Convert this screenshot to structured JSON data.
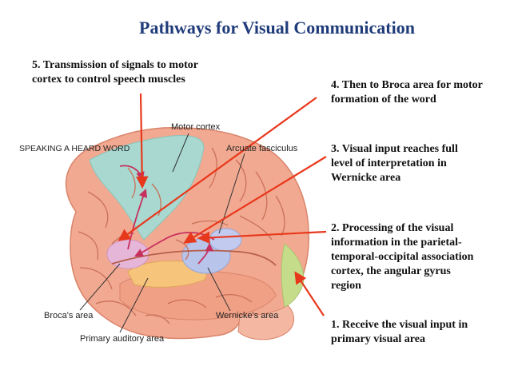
{
  "title": "Pathways for Visual Communication",
  "steps": [
    {
      "number": "1.",
      "text": "Receive the visual input in\nprimary visual area"
    },
    {
      "number": "2.",
      "text": "Processing of the visual\ninformation in the parietal-\ntemporal-occipital association\ncortex, the angular gyrus\nregion"
    },
    {
      "number": "3.",
      "text": "Visual input reaches full\nlevel of interpretation in\nWernicke area"
    },
    {
      "number": "4.",
      "text": "Then to Broca area for motor\nformation of the word"
    },
    {
      "number": "5.",
      "text": "Transmission of signals to motor\ncortex to control speech muscles"
    }
  ],
  "brain_labels": {
    "speaking": "SPEAKING A HEARD WORD",
    "motor_cortex": "Motor cortex",
    "arcuate": "Arcuate fasciculus",
    "broca": "Broca's area",
    "wernicke": "Wernicke's area",
    "auditory": "Primary auditory area"
  },
  "colors": {
    "title": "#1f3b7a",
    "arrow": "#e8381c",
    "brain": "#f2a991",
    "motor": "#a8d8cf",
    "broca": "#e6b6d8",
    "wernicke": "#b8c4ea",
    "auditory": "#f6c47a",
    "visual": "#c5dc8a"
  }
}
